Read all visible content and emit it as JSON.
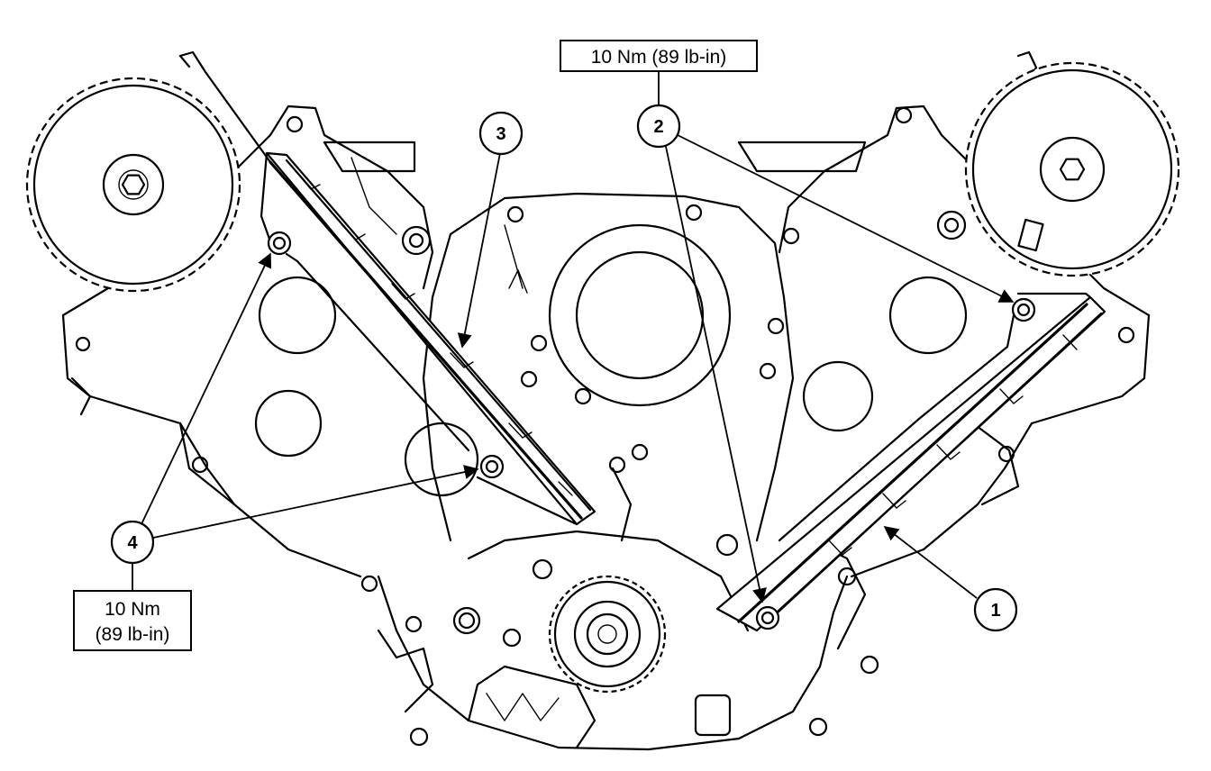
{
  "callouts": {
    "c1": "1",
    "c2": "2",
    "c3": "3",
    "c4": "4"
  },
  "torque_specs": {
    "upper": "10 Nm (89 lb-in)",
    "lower_line1": "10 Nm",
    "lower_line2": "(89 lb-in)"
  }
}
